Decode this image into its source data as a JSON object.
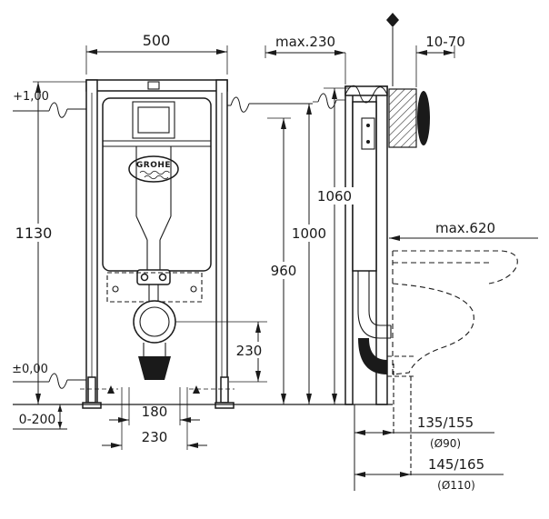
{
  "drawing": {
    "brand": "GROHE",
    "front": {
      "width": "500",
      "height": "1130",
      "level_top": "+1,00",
      "level_zero": "±0,00",
      "foot_adjust": "0-200",
      "outlet_height": "230",
      "fixing_width": "180",
      "outlet_width": "230"
    },
    "side": {
      "depth": "max.230",
      "plate_adjust": "10-70",
      "h_frame": "1060",
      "h_fixing": "1000",
      "h_cistern": "960",
      "bowl_depth": "max.620",
      "outlet90": "135/155",
      "outlet90_dia": "(Ø90)",
      "outlet110": "145/165",
      "outlet110_dia": "(Ø110)"
    }
  }
}
